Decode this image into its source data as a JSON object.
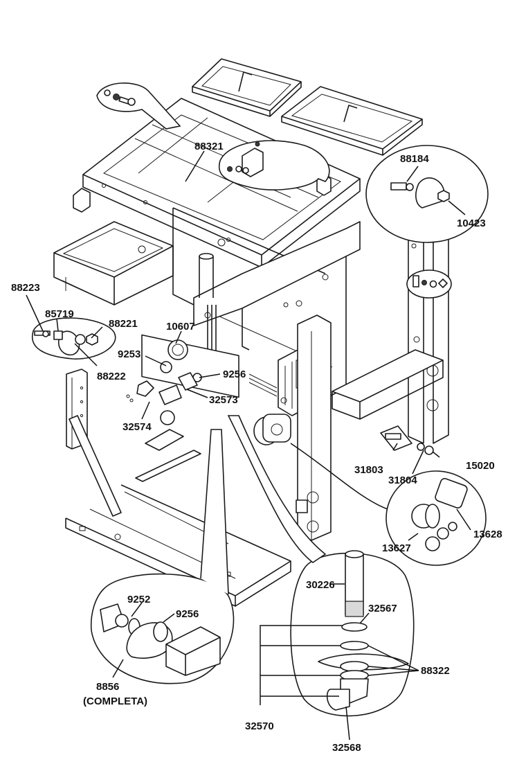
{
  "labels": {
    "p88321": "88321",
    "p88184": "88184",
    "p10423": "10423",
    "p88223": "88223",
    "p85719": "85719",
    "p88221": "88221",
    "p10607": "10607",
    "p9253": "9253",
    "p9256a": "9256",
    "p88222": "88222",
    "p32573": "32573",
    "p32574": "32574",
    "p31803": "31803",
    "p15020": "15020",
    "p31804": "31804",
    "p13628": "13628",
    "p13627": "13627",
    "p30226": "30226",
    "p32567": "32567",
    "p9252": "9252",
    "p9256b": "9256",
    "p88322": "88322",
    "p8856": "8856",
    "p8856_note": "(COMPLETA)",
    "p32570": "32570",
    "p32568": "32568"
  }
}
